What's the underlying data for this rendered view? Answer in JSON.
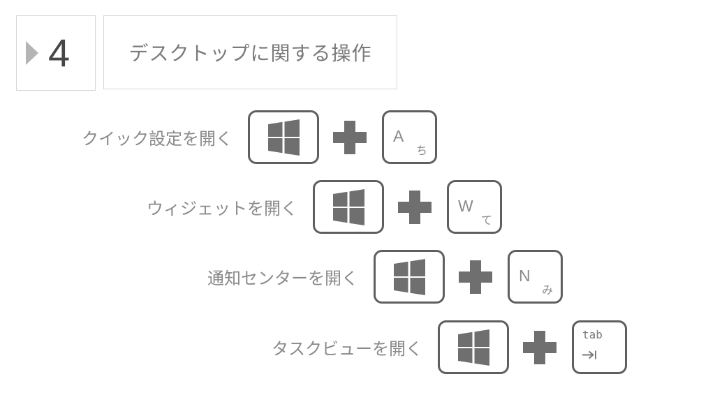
{
  "header": {
    "number": "4",
    "title": "デスクトップに関する操作"
  },
  "shortcuts": [
    {
      "label": "クイック設定を開く",
      "modifier_key": "windows",
      "key_main": "A",
      "key_sub": "ち"
    },
    {
      "label": "ウィジェットを開く",
      "modifier_key": "windows",
      "key_main": "W",
      "key_sub": "て"
    },
    {
      "label": "通知センターを開く",
      "modifier_key": "windows",
      "key_main": "N",
      "key_sub": "み"
    },
    {
      "label": "タスクビューを開く",
      "modifier_key": "windows",
      "key_main": "tab",
      "key_sub_icon": "tab-arrow-icon"
    }
  ],
  "icons": {
    "windows_logo": "windows-logo",
    "plus": "+",
    "tab_arrow": "→|",
    "triangle_bullet": "▶"
  },
  "colors": {
    "background": "#ffffff",
    "box_border": "#d6d6d6",
    "key_border": "#5f5f5f",
    "icon_gray": "#6f6f6f",
    "text_gray": "#8a8a8a",
    "title_gray": "#7a7a7a",
    "number_dark": "#474747",
    "triangle_gray": "#b4b4b4"
  }
}
